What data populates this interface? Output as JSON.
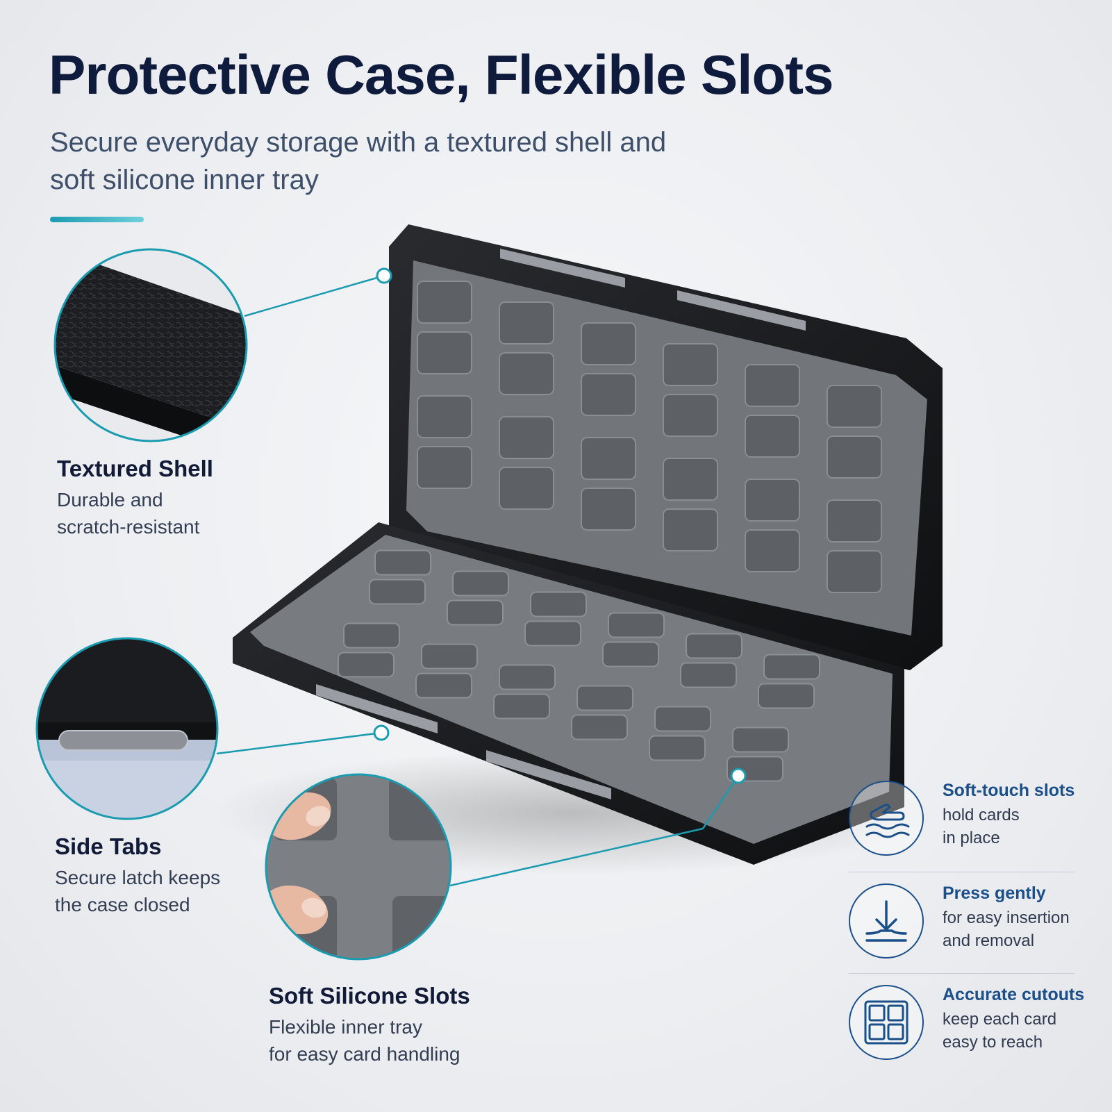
{
  "header": {
    "title": "Protective Case, Flexible Slots",
    "subtitle": "Secure everyday storage with a textured shell and soft silicone inner tray"
  },
  "colors": {
    "accent": "#1a9bb0",
    "title": "#0f1b3d",
    "side_heading": "#1a4f8a",
    "shell": "#17181b",
    "tray": "#6f7277"
  },
  "callouts": [
    {
      "id": "textured-shell",
      "title": "Textured Shell",
      "description_lines": [
        "Durable and",
        "scratch-resistant"
      ]
    },
    {
      "id": "side-tabs",
      "title": "Side Tabs",
      "description_lines": [
        "Secure latch keeps",
        "the case closed"
      ]
    },
    {
      "id": "silicone-slots",
      "title": "Soft Silicone Slots",
      "description_lines": [
        "Flexible inner tray",
        "for easy card handling"
      ]
    }
  ],
  "side_features": [
    {
      "icon": "hand-touch-icon",
      "title": "Soft-touch slots",
      "description_lines": [
        "hold cards",
        "in place"
      ]
    },
    {
      "icon": "press-down-icon",
      "title": "Press gently",
      "description_lines": [
        "for easy insertion",
        "and removal"
      ]
    },
    {
      "icon": "grid-cutout-icon",
      "title": "Accurate cutouts",
      "description_lines": [
        "keep each card",
        "easy to reach"
      ]
    }
  ]
}
